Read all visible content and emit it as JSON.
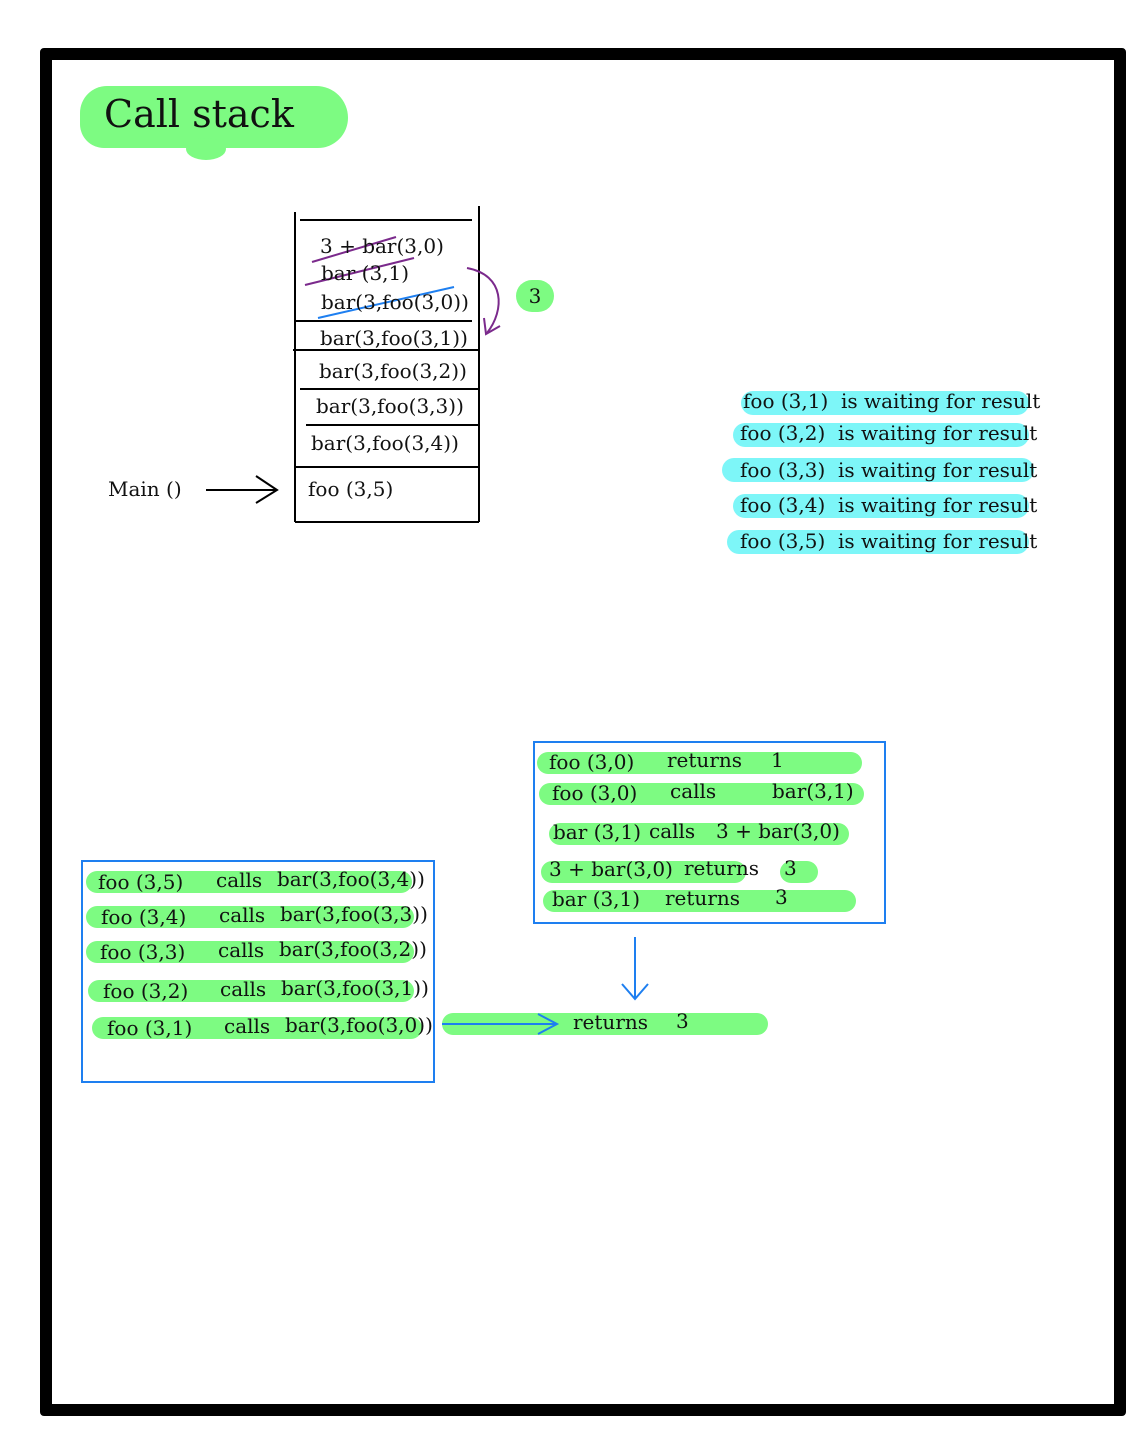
{
  "title": "Call stack",
  "main_label": "Main ()",
  "stack_frames": [
    {
      "text": "3 + bar(3,0)",
      "struck": true
    },
    {
      "text": "bar (3,1)",
      "struck": true
    },
    {
      "text": "bar(3,foo(3,0))",
      "struck": true
    },
    {
      "text": "bar(3,foo(3,1))"
    },
    {
      "text": "bar(3,foo(3,2))"
    },
    {
      "text": "bar(3,foo(3,3))"
    },
    {
      "text": "bar(3,foo(3,4))"
    },
    {
      "text": "foo (3,5)"
    }
  ],
  "return_badge": "3",
  "waiting": [
    {
      "func": "foo (3,1)",
      "text": "is waiting for result"
    },
    {
      "func": "foo (3,2)",
      "text": "is waiting for result"
    },
    {
      "func": "foo (3,3)",
      "text": "is waiting for result"
    },
    {
      "func": "foo (3,4)",
      "text": "is waiting for result"
    },
    {
      "func": "foo (3,5)",
      "text": "is waiting for result"
    }
  ],
  "calls_box": [
    {
      "caller": "foo (3,5)",
      "verb": "calls",
      "callee": "bar(3,foo(3,4))"
    },
    {
      "caller": "foo (3,4)",
      "verb": "calls",
      "callee": "bar(3,foo(3,3))"
    },
    {
      "caller": "foo (3,3)",
      "verb": "calls",
      "callee": "bar(3,foo(3,2))"
    },
    {
      "caller": "foo (3,2)",
      "verb": "calls",
      "callee": "bar(3,foo(3,1))"
    },
    {
      "caller": "foo (3,1)",
      "verb": "calls",
      "callee": "bar(3,foo(3,0))"
    }
  ],
  "returns_box": [
    {
      "a": "foo (3,0)",
      "verb": "returns",
      "b": "1"
    },
    {
      "a": "foo (3,0)",
      "verb": "calls",
      "b": "bar(3,1)"
    },
    {
      "a": "bar (3,1)",
      "verb": "calls",
      "b": "3 + bar(3,0)"
    },
    {
      "a": "3 + bar(3,0)",
      "verb": "returns",
      "b": "3"
    },
    {
      "a": "bar (3,1)",
      "verb": "returns",
      "b": "3"
    }
  ],
  "final": {
    "verb": "returns",
    "value": "3"
  },
  "colors": {
    "green": "#7dfb82",
    "cyan": "#7df6f8",
    "blue": "#1e7ff0",
    "purple": "#7b2a8c"
  }
}
